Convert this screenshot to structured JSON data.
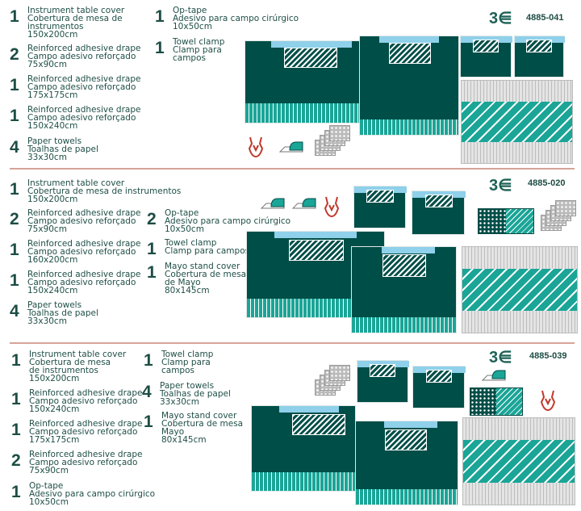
{
  "sections": [
    {
      "logo": "3⋹",
      "code": "4885-041",
      "items": [
        {
          "qty": "1",
          "lines": [
            "Instrument table cover",
            "Cobertura de mesa de",
            "instrumentos",
            "150x200cm"
          ]
        },
        {
          "qty": "2",
          "lines": [
            "Reinforced adhesive drape",
            "Campo adesivo reforçado",
            "75x90cm"
          ]
        },
        {
          "qty": "1",
          "lines": [
            "Reinforced adhesive drape",
            "Campo adesivo reforçado",
            "175x175cm"
          ]
        },
        {
          "qty": "1",
          "lines": [
            "Reinforced adhesive drape",
            "Campo adesivo reforçado",
            "150x240cm"
          ]
        },
        {
          "qty": "4",
          "lines": [
            "Paper towels",
            "Toalhas de papel",
            "33x30cm"
          ]
        },
        {
          "qty": "1",
          "lines": [
            "Op-tape",
            "Adesivo para campo cirúrgico",
            "10x50cm"
          ]
        },
        {
          "qty": "1",
          "lines": [
            "Towel clamp",
            "Clamp para",
            "campos"
          ]
        }
      ]
    },
    {
      "logo": "3⋹",
      "code": "4885-020",
      "items": [
        {
          "qty": "1",
          "lines": [
            "Instrument table cover",
            "Cobertura de mesa de instrumentos",
            "150x200cm"
          ]
        },
        {
          "qty": "2",
          "lines": [
            "Reinforced adhesive drape",
            "Campo adesivo reforçado",
            "75x90cm"
          ]
        },
        {
          "qty": "1",
          "lines": [
            "Reinforced adhesive drape",
            "Campo adesivo reforçado",
            "160x200cm"
          ]
        },
        {
          "qty": "1",
          "lines": [
            "Reinforced adhesive drape",
            "Campo adesivo reforçado",
            "150x240cm"
          ]
        },
        {
          "qty": "4",
          "lines": [
            "Paper towels",
            "Toalhas de papel",
            "33x30cm"
          ]
        },
        {
          "qty": "2",
          "lines": [
            "Op-tape",
            "Adesivo para campo cirúrgico",
            "10x50cm"
          ]
        },
        {
          "qty": "1",
          "lines": [
            "Towel clamp",
            "Clamp para campos"
          ]
        },
        {
          "qty": "1",
          "lines": [
            "Mayo stand cover",
            "Cobertura de mesa",
            "de Mayo",
            "80x145cm"
          ]
        }
      ]
    },
    {
      "logo": "3⋹",
      "code": "4885-039",
      "items": [
        {
          "qty": "1",
          "lines": [
            "Instrument table cover",
            "Cobertura de mesa",
            "de instrumentos",
            "150x200cm"
          ]
        },
        {
          "qty": "1",
          "lines": [
            "Reinforced adhesive drape",
            "Campo adesivo reforçado",
            "150x240cm"
          ]
        },
        {
          "qty": "1",
          "lines": [
            "Reinforced adhesive drape",
            "Campo adesivo reforçado",
            "175x175cm"
          ]
        },
        {
          "qty": "2",
          "lines": [
            "Reinforced adhesive drape",
            "Campo adesivo reforçado",
            "75x90cm"
          ]
        },
        {
          "qty": "1",
          "lines": [
            "Op-tape",
            "Adesivo para campo cirúrgico",
            "10x50cm"
          ]
        },
        {
          "qty": "1",
          "lines": [
            "Towel clamp",
            "Clamp para",
            "campos"
          ]
        },
        {
          "qty": "4",
          "lines": [
            "Paper towels",
            "Toalhas de papel",
            "33x30cm"
          ]
        },
        {
          "qty": "1",
          "lines": [
            "Mayo stand cover",
            "Cobertura de mesa",
            "Mayo",
            "80x145cm"
          ]
        }
      ]
    }
  ],
  "colors": {
    "dark_teal": "#004e48",
    "teal": "#1aa597",
    "tape_blue": "#8fd0ea",
    "separator": "#d7a398",
    "clamp_red": "#c0392b"
  }
}
